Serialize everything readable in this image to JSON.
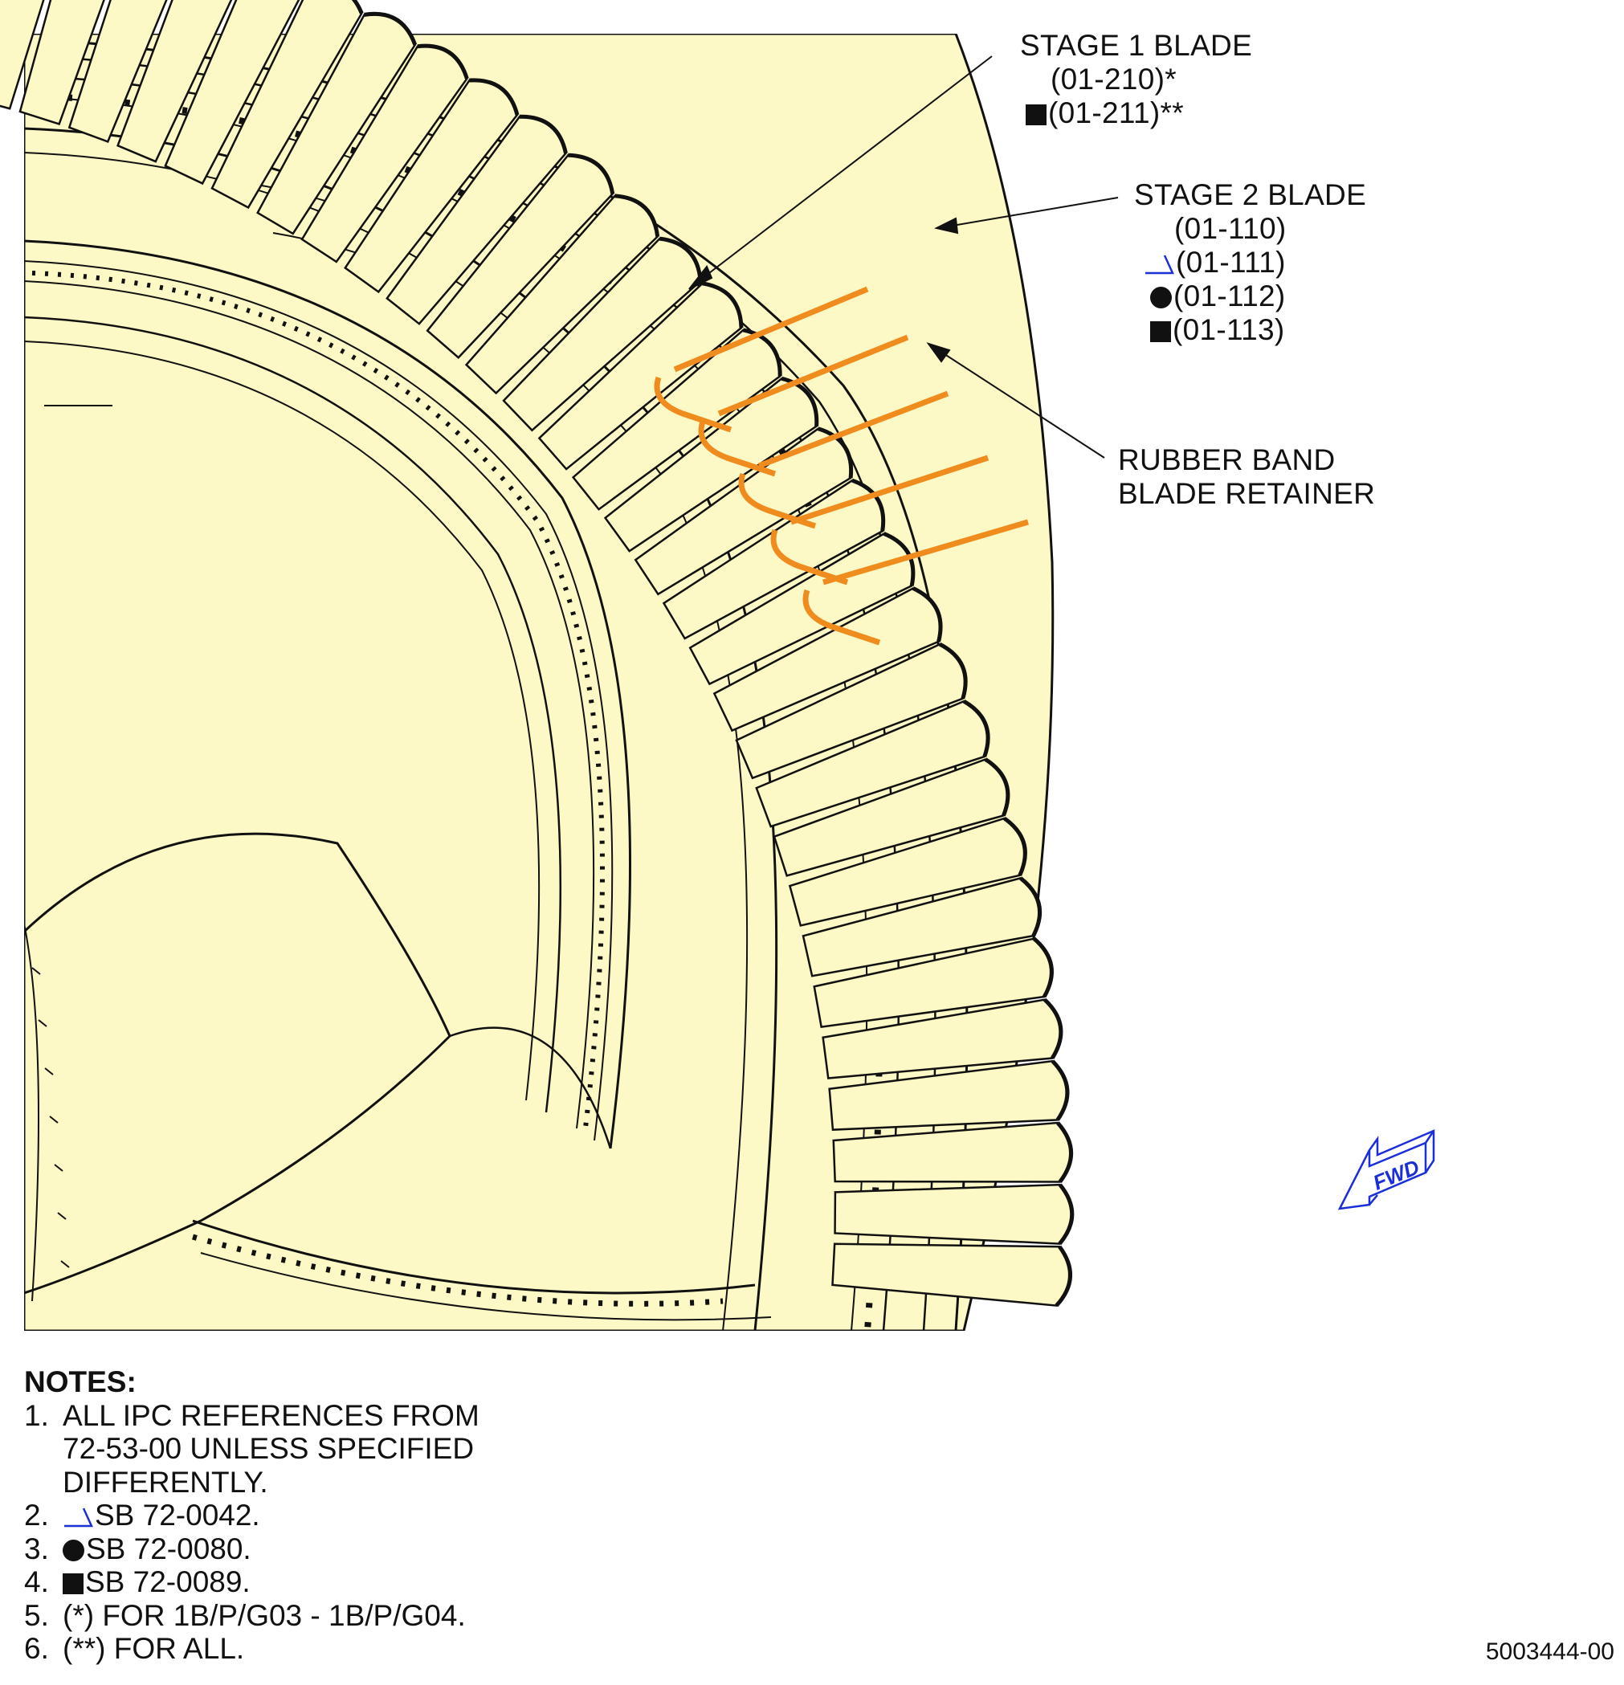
{
  "callouts": {
    "stage1": {
      "title": "STAGE 1 BLADE",
      "refs": [
        "(01-210)*",
        "(01-211)**"
      ]
    },
    "stage2": {
      "title": "STAGE 2 BLADE",
      "refs": [
        "(01-110)",
        "(01-111)",
        "(01-112)",
        "(01-113)"
      ]
    },
    "retainer": {
      "line1": "RUBBER BAND",
      "line2": "BLADE RETAINER"
    }
  },
  "fwd_label": "FWD",
  "notes": {
    "heading": "NOTES:",
    "items": [
      {
        "num": "1.",
        "lines": [
          "ALL IPC REFERENCES FROM",
          "72-53-00 UNLESS SPECIFIED",
          "DIFFERENTLY."
        ]
      },
      {
        "num": "2.",
        "text": "SB 72-0042."
      },
      {
        "num": "3.",
        "text": "SB 72-0080."
      },
      {
        "num": "4.",
        "text": "SB 72-0089."
      },
      {
        "num": "5.",
        "text": "(*) FOR 1B/P/G03 - 1B/P/G04."
      },
      {
        "num": "6.",
        "text": "(**) FOR ALL."
      }
    ]
  },
  "figure_number": "5003444-00",
  "colors": {
    "fill": "#fdf9c6",
    "ink": "#111111",
    "retainer": "#f08c1e",
    "symbol_blue": "#1a2fd8"
  }
}
